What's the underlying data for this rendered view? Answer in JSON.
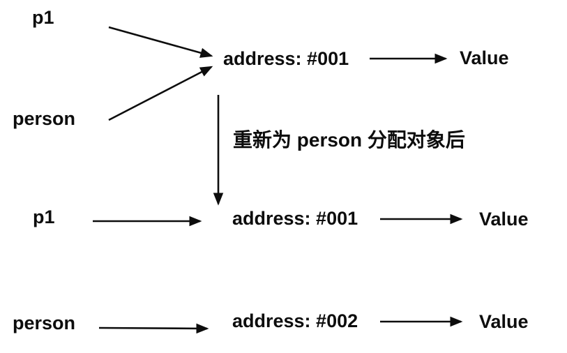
{
  "diagram": {
    "colors": {
      "background": "#ffffff",
      "ink": "#0d0d0d"
    },
    "before": {
      "p1_label": "p1",
      "person_label": "person",
      "address_label": "address: #001",
      "value_label": "Value"
    },
    "transition_label": "重新为 person 分配对象后",
    "after": {
      "p1_label": "p1",
      "p1_address_label": "address: #001",
      "p1_value_label": "Value",
      "person_label": "person",
      "person_address_label": "address: #002",
      "person_value_label": "Value"
    }
  }
}
